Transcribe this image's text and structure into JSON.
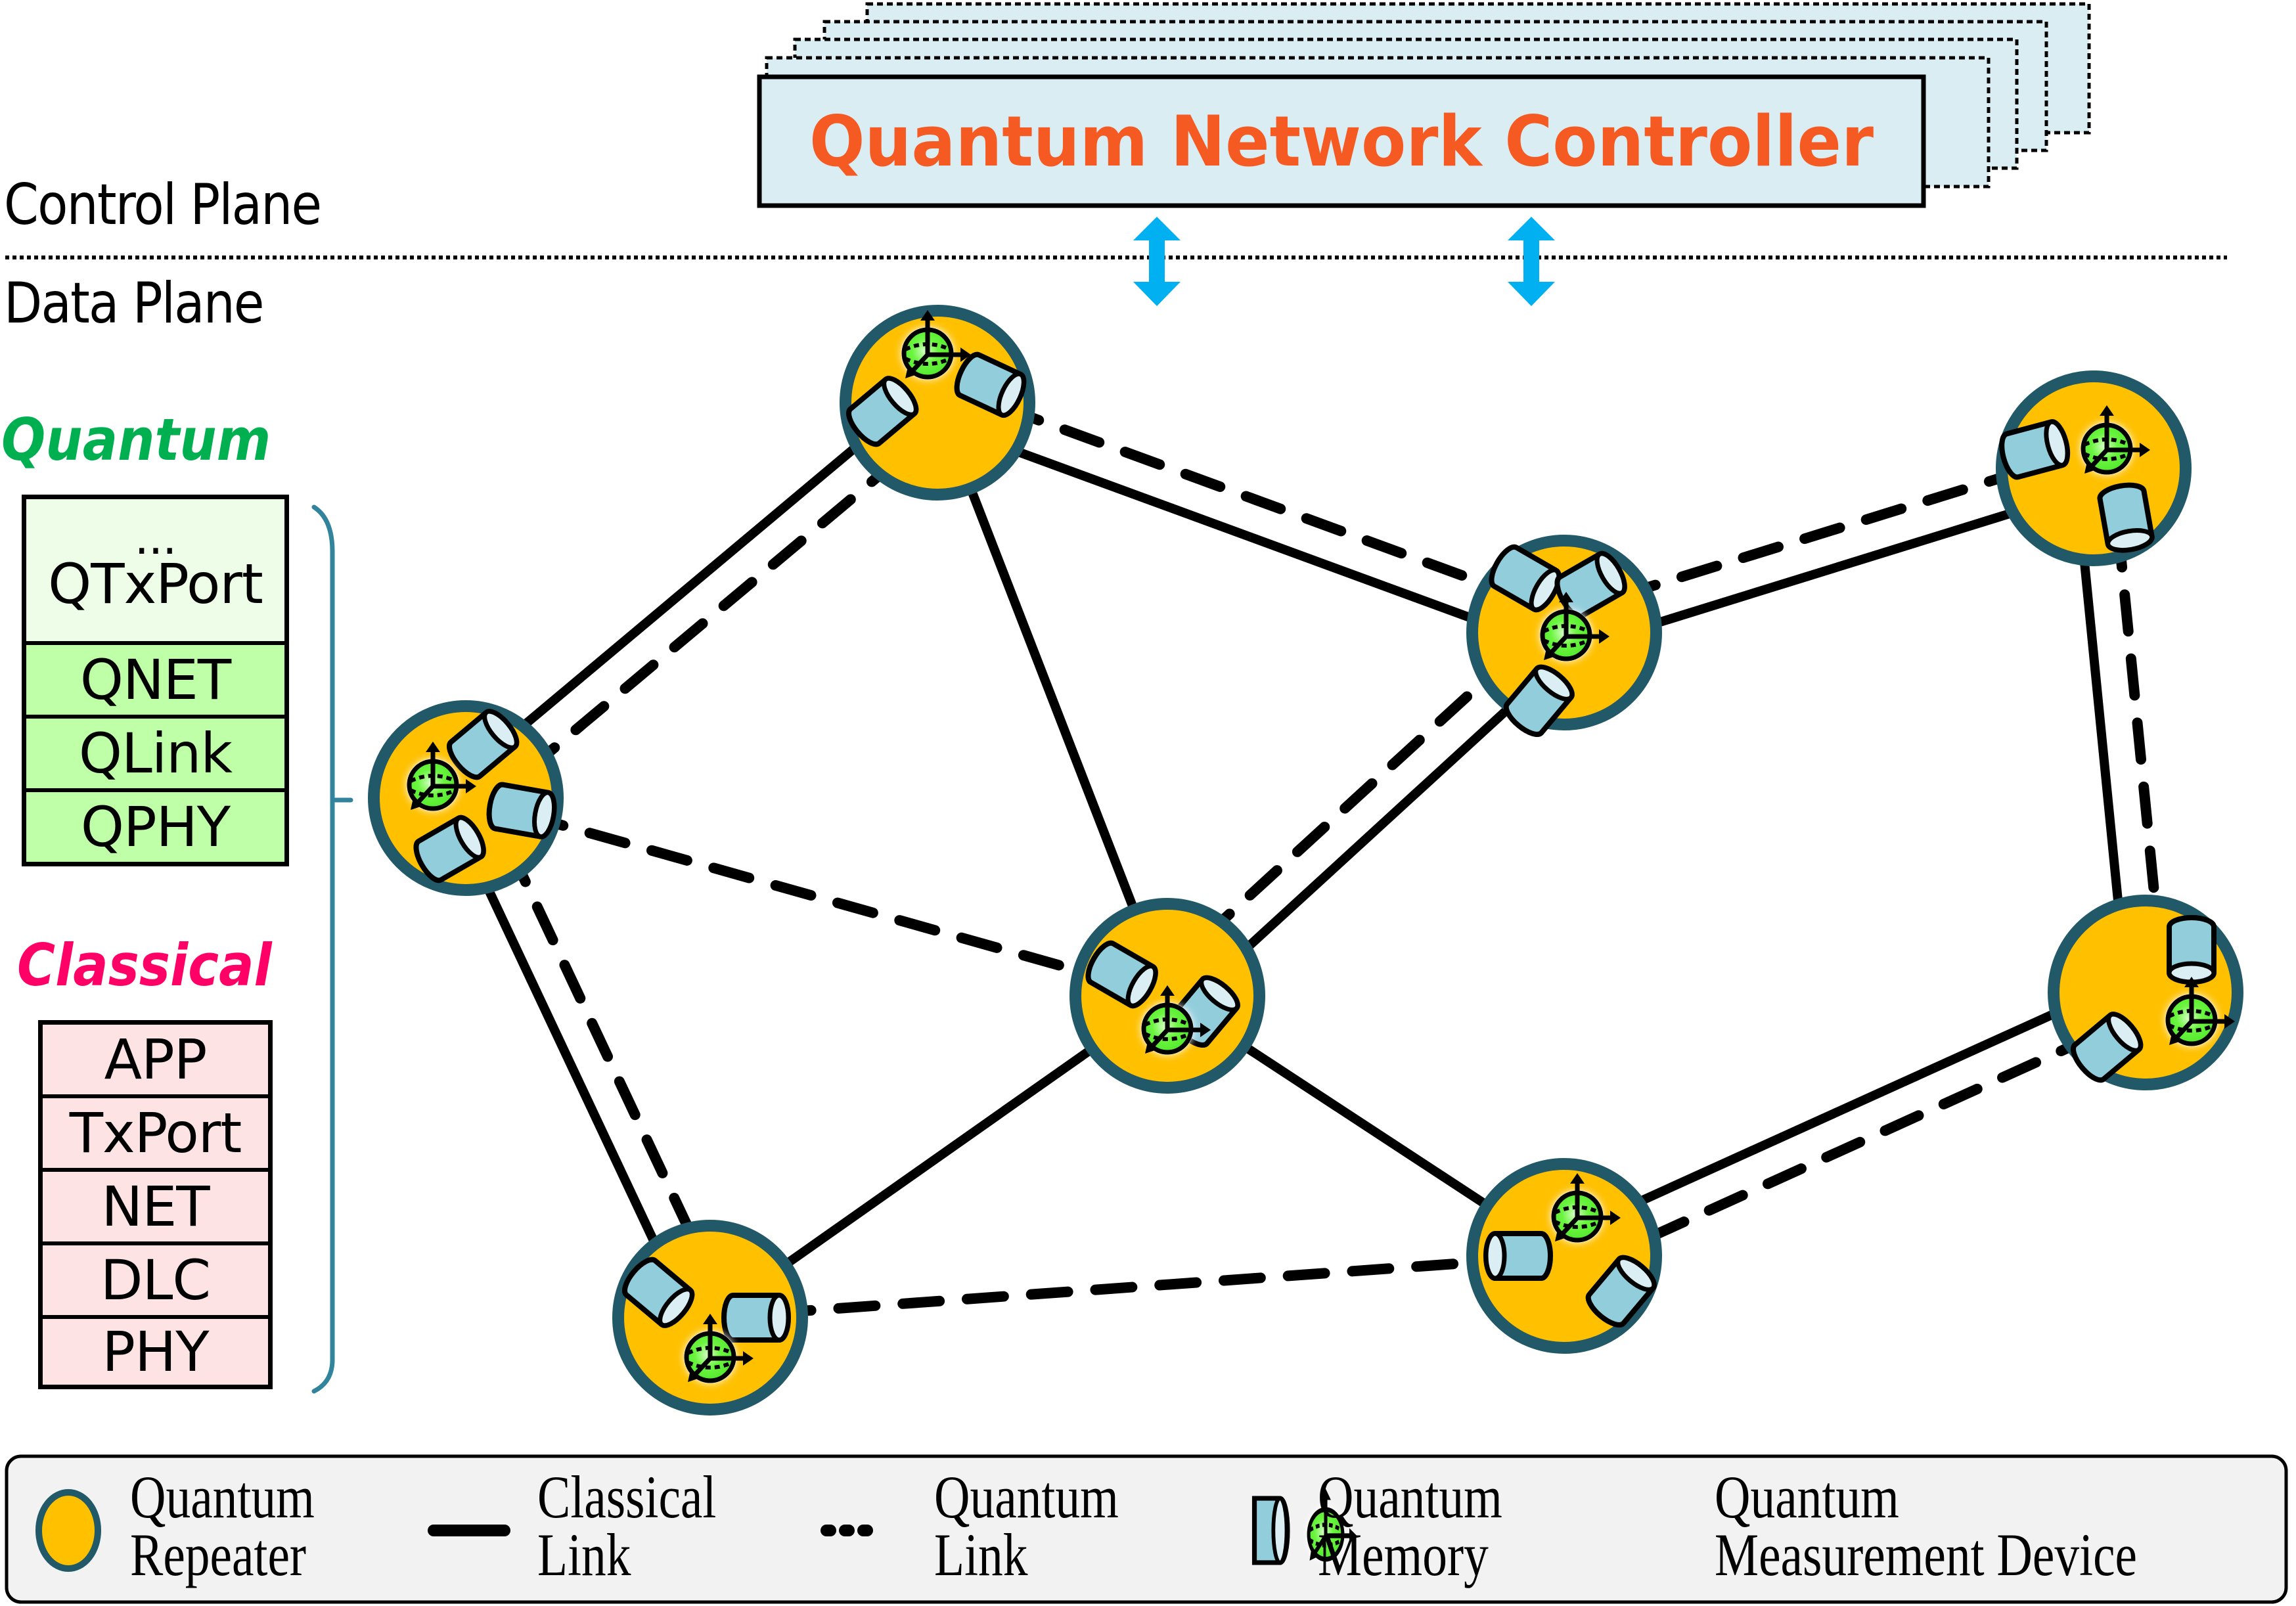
{
  "planes": {
    "control": "Control Plane",
    "data": "Data Plane"
  },
  "controller": {
    "label": "Quantum Network Controller",
    "stack_copies": 4,
    "text_color": "#f55a22",
    "fill_color": "#daedf3"
  },
  "quantum_stack": {
    "title": "Quantum",
    "title_color": "#00b050",
    "layers": [
      "...",
      "QTxPort",
      "QNET",
      "QLink",
      "QPHY"
    ]
  },
  "classical_stack": {
    "title": "Classical",
    "title_color": "#ff0066",
    "layers": [
      "APP",
      "TxPort",
      "NET",
      "DLC",
      "PHY"
    ]
  },
  "colors": {
    "repeater_fill": "#ffc000",
    "repeater_border": "#215968",
    "memory_fill": "#92cddc",
    "memory_cap": "#daeef3",
    "measure_fill": "#5cf03a",
    "arrow_blue": "#00b0f0",
    "bracket": "#31849b",
    "legend_bg": "#f2f2f2"
  },
  "network": {
    "nodes": [
      {
        "id": "R1",
        "memories": 2,
        "measurement_devices": 1
      },
      {
        "id": "R2",
        "memories": 3,
        "measurement_devices": 1
      },
      {
        "id": "R3",
        "memories": 2,
        "measurement_devices": 1
      },
      {
        "id": "R4",
        "memories": 2,
        "measurement_devices": 1
      },
      {
        "id": "R5",
        "memories": 3,
        "measurement_devices": 1
      },
      {
        "id": "R6",
        "memories": 2,
        "measurement_devices": 1
      },
      {
        "id": "R7",
        "memories": 2,
        "measurement_devices": 1
      },
      {
        "id": "R8",
        "memories": 2,
        "measurement_devices": 1
      }
    ],
    "classical_links": [
      [
        "R1",
        "R2"
      ],
      [
        "R1",
        "R3"
      ],
      [
        "R1",
        "R5"
      ],
      [
        "R2",
        "R4"
      ],
      [
        "R3",
        "R4"
      ],
      [
        "R3",
        "R5"
      ],
      [
        "R3",
        "R8"
      ],
      [
        "R5",
        "R6"
      ],
      [
        "R6",
        "R7"
      ],
      [
        "R7",
        "R8"
      ]
    ],
    "quantum_links": [
      [
        "R1",
        "R2"
      ],
      [
        "R1",
        "R5"
      ],
      [
        "R2",
        "R3"
      ],
      [
        "R2",
        "R4"
      ],
      [
        "R3",
        "R5"
      ],
      [
        "R4",
        "R8"
      ],
      [
        "R5",
        "R6"
      ],
      [
        "R6",
        "R7"
      ],
      [
        "R7",
        "R8"
      ]
    ]
  },
  "legend": {
    "items": [
      {
        "icon": "quantum-repeater-icon",
        "line1": "Quantum",
        "line2": "Repeater"
      },
      {
        "icon": "classical-link-icon",
        "line1": "Classical",
        "line2": "Link"
      },
      {
        "icon": "quantum-link-icon",
        "line1": "Quantum",
        "line2": "Link"
      },
      {
        "icon": "quantum-memory-icon",
        "line1": "Quantum",
        "line2": "Memory"
      },
      {
        "icon": "quantum-measurement-device-icon",
        "line1": "Quantum",
        "line2": "Measurement Device"
      }
    ]
  }
}
